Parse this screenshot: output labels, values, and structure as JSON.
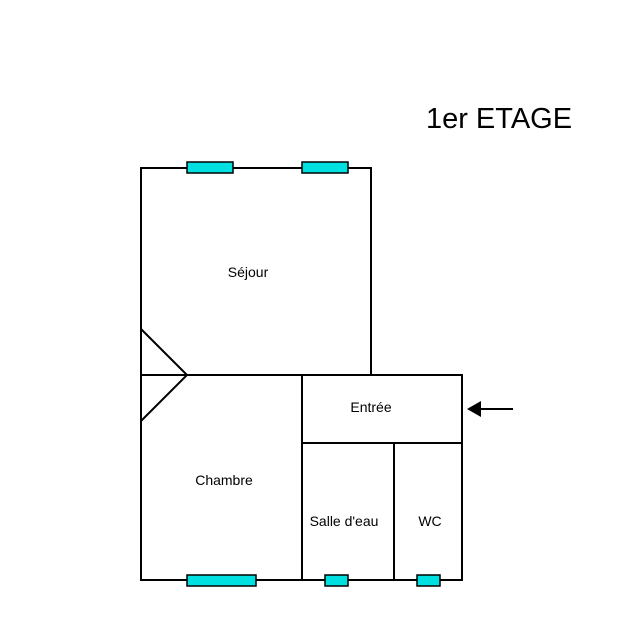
{
  "title": "1er ETAGE",
  "rooms": {
    "sejour": "Séjour",
    "entree": "Entrée",
    "chambre": "Chambre",
    "salle_deau": "Salle d'eau",
    "wc": "WC"
  },
  "colors": {
    "window": "#00e0e0",
    "wall": "#000000",
    "background": "#ffffff"
  },
  "icons": {
    "entrance": "arrow-left-icon",
    "stairs": "staircase-icon"
  }
}
